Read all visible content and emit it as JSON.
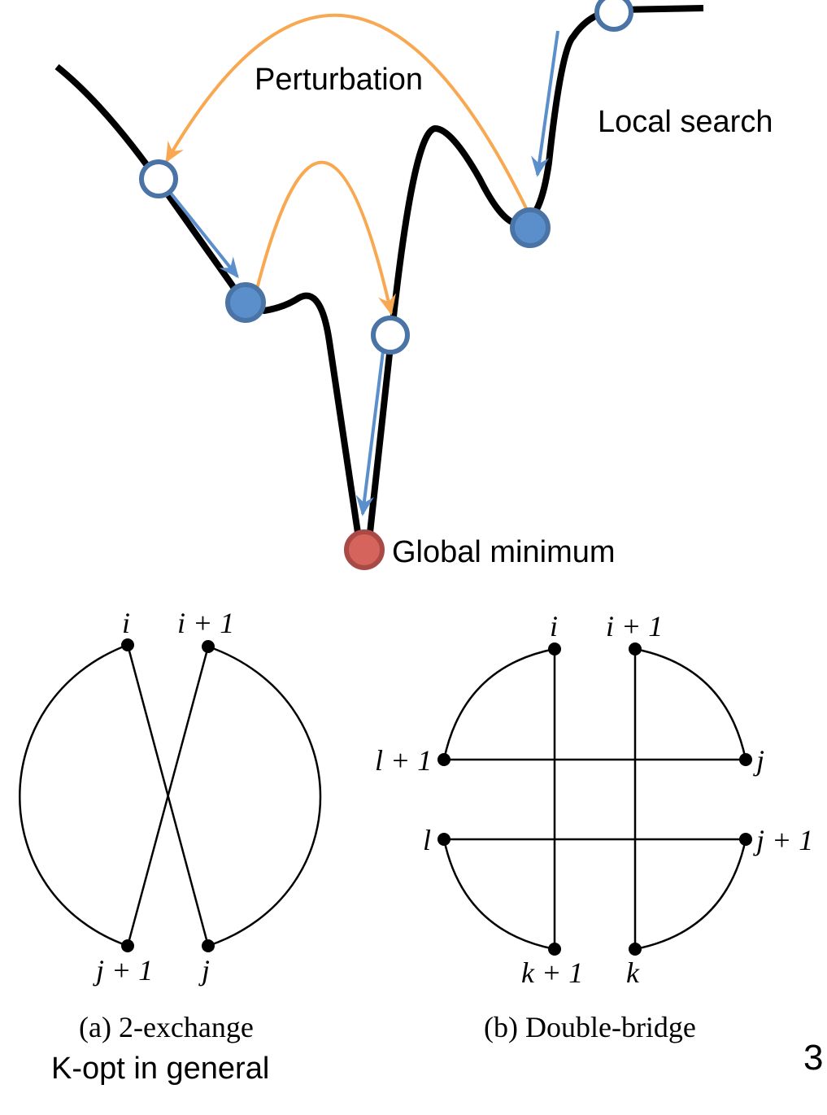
{
  "landscape": {
    "perturbation_label": "Perturbation",
    "local_search_label": "Local search",
    "global_minimum_label": "Global minimum",
    "colors": {
      "curve": "#000000",
      "perturbation": "#f9a852",
      "local_search": "#5b8fcc",
      "node_stroke": "#4a74a6",
      "node_fill": "#5b8fcc",
      "global_fill": "#d5645c",
      "global_stroke": "#a94a46"
    }
  },
  "two_exchange": {
    "caption": "(a) 2-exchange",
    "nodes": {
      "i": "i",
      "i1": "i + 1",
      "j1": "j + 1",
      "j": "j"
    }
  },
  "double_bridge": {
    "caption": "(b) Double-bridge",
    "nodes": {
      "i": "i",
      "i1": "i + 1",
      "l1": "l + 1",
      "j": "j",
      "l": "l",
      "j1": "j + 1",
      "k1": "k + 1",
      "k": "k"
    }
  },
  "footer": {
    "note": "K-opt in general",
    "page_number": "3"
  }
}
